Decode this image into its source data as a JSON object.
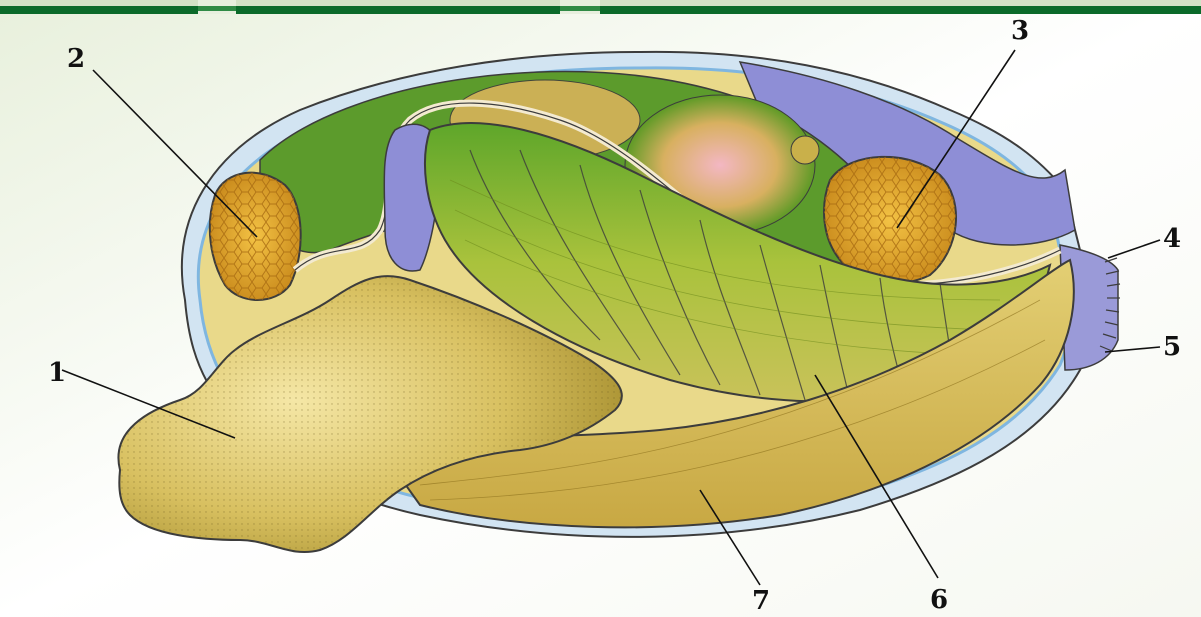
{
  "diagram": {
    "labels": [
      {
        "id": "1",
        "text": "1"
      },
      {
        "id": "2",
        "text": "2"
      },
      {
        "id": "3",
        "text": "3"
      },
      {
        "id": "4",
        "text": "4"
      },
      {
        "id": "5",
        "text": "5"
      },
      {
        "id": "6",
        "text": "6"
      },
      {
        "id": "7",
        "text": "7"
      }
    ]
  },
  "colors": {
    "background_gradient": [
      "#eef3e6",
      "#ffffff"
    ],
    "top_bar": "#0b6a2a",
    "shell_outline": "#7fb6e0",
    "mantle_blue": "#8f8fd6",
    "foot": "#d9c46a",
    "gill": "#9dbb34",
    "gland": "#e3a62a",
    "visceral_green": "#3e8c1e",
    "pink": "#e9a0a8"
  }
}
